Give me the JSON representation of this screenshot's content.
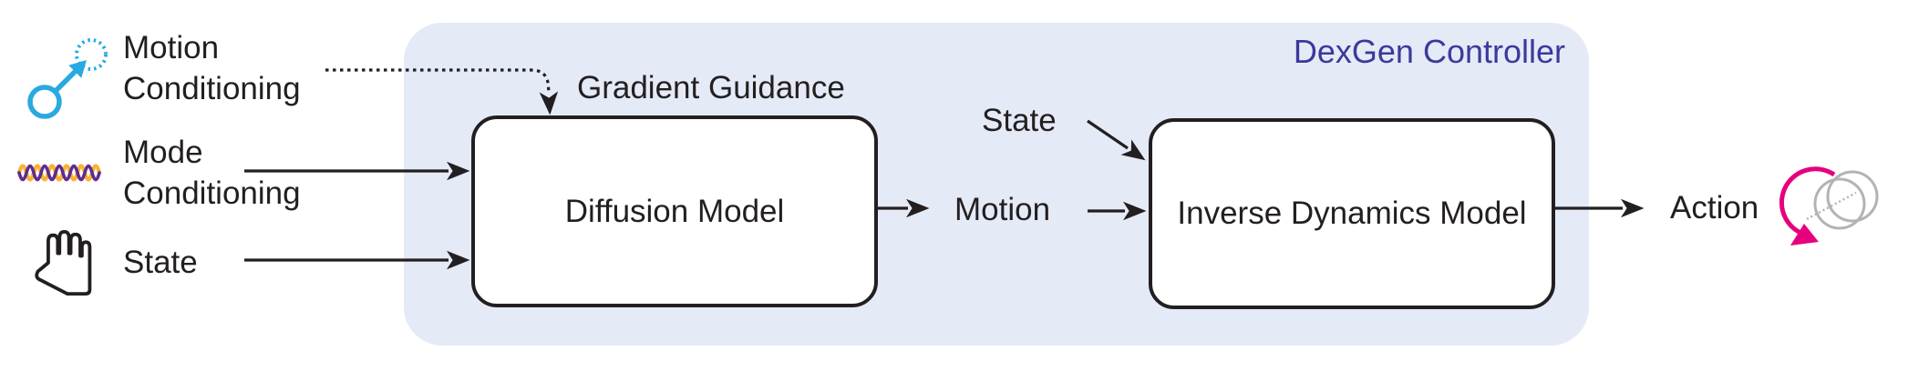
{
  "figure": {
    "title": "DexGen Controller"
  },
  "colors": {
    "panel-bg": "#e5eaf7",
    "title-color": "#3a3a9c",
    "ink": "#231f20",
    "motion-blue": "#29a9e1",
    "wave-orange": "#f9b233",
    "wave-purple": "#5f2c8f",
    "action-magenta": "#e6007e",
    "ghost-gray": "#b3b3b3"
  },
  "inputs": [
    {
      "icon": "motion-trajectory-icon",
      "label": "Motion\nConditioning"
    },
    {
      "icon": "mode-waves-icon",
      "label": "Mode\nConditioning"
    },
    {
      "icon": "hand-state-icon",
      "label": "State"
    }
  ],
  "nodes": {
    "diffusion": "Diffusion Model",
    "inverse_dynamics": "Inverse Dynamics Model"
  },
  "labels": {
    "gradient_guidance": "Gradient Guidance",
    "state": "State",
    "motion": "Motion",
    "action": "Action"
  },
  "icons": {
    "output": "rotation-arrow-icon"
  }
}
